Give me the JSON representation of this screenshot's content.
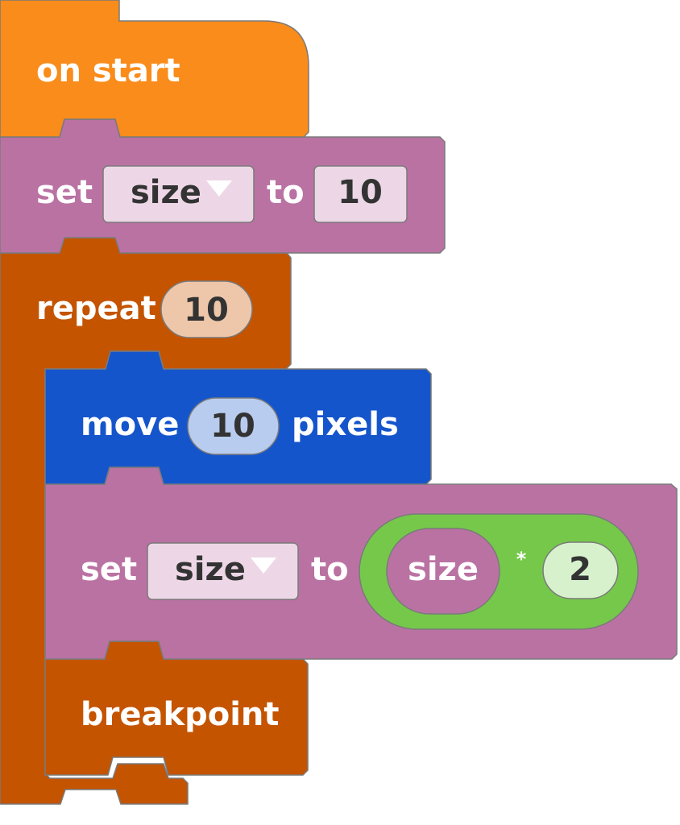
{
  "colors": {
    "events": "#F98C1B",
    "variables": "#BA72A3",
    "loops": "#C45400",
    "sprites": "#1555CC",
    "math": "#76C84A",
    "dropdown_fill": "#EDD7E6",
    "loop_input_fill": "#EEC7AA",
    "sprite_input_fill": "#B7CCEE",
    "math_input_fill": "#D8F1CD",
    "edge": "#7A7A7A"
  },
  "blocks": {
    "on_start": {
      "label": "on start"
    },
    "set_size": {
      "label": "set",
      "variable": "size",
      "to_label": "to",
      "value": "10"
    },
    "repeat": {
      "label": "repeat",
      "times": "10"
    },
    "move": {
      "label": "move",
      "value": "10",
      "unit": "pixels"
    },
    "set_size_math": {
      "label": "set",
      "variable": "size",
      "to_label": "to",
      "left_operand": "size",
      "operator": "*",
      "right_operand": "2"
    },
    "breakpoint": {
      "label": "breakpoint"
    }
  },
  "icons": {
    "dropdown_arrow": "caret-down-icon"
  }
}
